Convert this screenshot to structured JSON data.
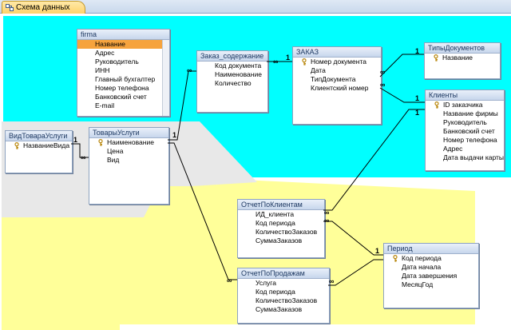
{
  "tab": {
    "title": "Схема данных",
    "icon": "relationships-icon"
  },
  "colors": {
    "cyan_region": "#00ffff",
    "yellow_region": "#ffff99",
    "gray_region": "#e8e8e8",
    "selected_field": "#f6a33d"
  },
  "tables": [
    {
      "id": "firma",
      "title": "firma",
      "fields": [
        {
          "name": "Название",
          "key": false,
          "selected": true
        },
        {
          "name": "Адрес"
        },
        {
          "name": "Руководитель"
        },
        {
          "name": "ИНН"
        },
        {
          "name": "Главный бухгалтер"
        },
        {
          "name": "Номер телефона"
        },
        {
          "name": "Банковский счет"
        },
        {
          "name": "E-mail"
        }
      ]
    },
    {
      "id": "zakaz-soderzhanie",
      "title": "Заказ_содержание",
      "fields": [
        {
          "name": "Код документа"
        },
        {
          "name": "Наименование"
        },
        {
          "name": "Количество"
        }
      ]
    },
    {
      "id": "zakaz",
      "title": "ЗАКАЗ",
      "fields": [
        {
          "name": "Номер документа",
          "key": true
        },
        {
          "name": "Дата"
        },
        {
          "name": "ТипДокумента"
        },
        {
          "name": "Клиентский номер"
        }
      ]
    },
    {
      "id": "tipy-dokumentov",
      "title": "ТипыДокументов",
      "fields": [
        {
          "name": "Название",
          "key": true
        }
      ]
    },
    {
      "id": "klienty",
      "title": "Клиенты",
      "fields": [
        {
          "name": "ID заказчика",
          "key": true
        },
        {
          "name": "Название фирмы"
        },
        {
          "name": "Руководитель"
        },
        {
          "name": "Банковский счет"
        },
        {
          "name": "Номер телефона"
        },
        {
          "name": "Адрес"
        },
        {
          "name": "Дата выдачи карты"
        }
      ]
    },
    {
      "id": "vid-tovara-uslugi",
      "title": "ВидТовараУслуги",
      "fields": [
        {
          "name": "НазваниеВида",
          "key": true
        }
      ]
    },
    {
      "id": "tovary-uslugi",
      "title": "ТоварыУслуги",
      "fields": [
        {
          "name": "Наименование",
          "key": true
        },
        {
          "name": "Цена"
        },
        {
          "name": "Вид"
        }
      ]
    },
    {
      "id": "otchet-po-klientam",
      "title": "ОтчетПоКлиентам",
      "fields": [
        {
          "name": "ИД_клиента"
        },
        {
          "name": "Код периода"
        },
        {
          "name": "КоличествоЗаказов"
        },
        {
          "name": "СуммаЗаказов"
        }
      ]
    },
    {
      "id": "period",
      "title": "Период",
      "fields": [
        {
          "name": "Код периода",
          "key": true
        },
        {
          "name": "Дата начала"
        },
        {
          "name": "Дата завершения"
        },
        {
          "name": "МесяцГод"
        }
      ]
    },
    {
      "id": "otchet-po-prodazham",
      "title": "ОтчетПоПродажам",
      "fields": [
        {
          "name": "Услуга"
        },
        {
          "name": "Код периода"
        },
        {
          "name": "КоличествоЗаказов"
        },
        {
          "name": "СуммаЗаказов"
        }
      ]
    }
  ],
  "cardinality": {
    "one": "1",
    "many": "∞"
  }
}
